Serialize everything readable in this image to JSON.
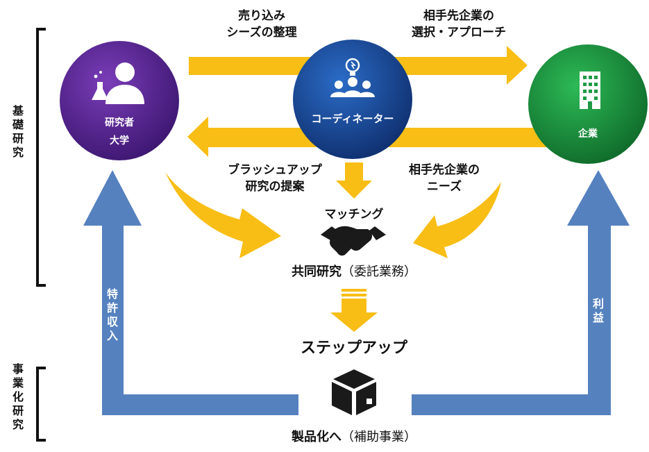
{
  "nodes": {
    "researcher": {
      "label1": "研究者",
      "label2": "大学"
    },
    "coordinator": {
      "label": "コーディネーター"
    },
    "company": {
      "label": "企業"
    }
  },
  "top": {
    "left": [
      "売り込み",
      "シーズの整理"
    ],
    "right": [
      "相手先企業の",
      "選択・アプローチ"
    ]
  },
  "middle": {
    "left": [
      "ブラッシュアップ",
      "研究の提案"
    ],
    "right": [
      "相手先企業の",
      "ニーズ"
    ]
  },
  "matching": "マッチング",
  "joint": {
    "bold": "共同研究",
    "normal": "（委託業務）"
  },
  "stepup": "ステップアップ",
  "product": {
    "bold": "製品化へ",
    "normal": "（補助事業）"
  },
  "side": {
    "basic": "基礎研究",
    "commercial": "事業化研究",
    "patent": "特許収入",
    "profit": "利益"
  },
  "colors": {
    "arrow_yellow": "#F8BE16",
    "arrow_blue": "#5581BF",
    "researcher": "#5B2A8F",
    "coordinator": "#1D4E9E",
    "company": "#1E9A45"
  }
}
